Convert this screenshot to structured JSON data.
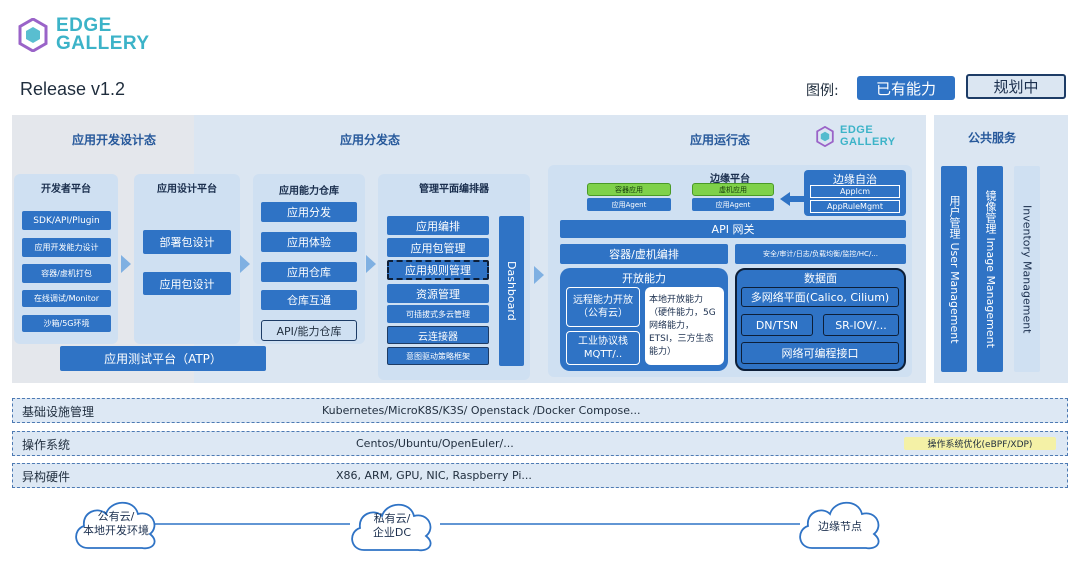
{
  "logo": {
    "line1": "EDGE",
    "line2": "GALLERY"
  },
  "release": "Release v1.2",
  "legend": {
    "label": "图例:",
    "existing": "已有能力",
    "planned": "规划中"
  },
  "stages": {
    "dev": "应用开发设计态",
    "dist": "应用分发态",
    "runtime": "应用运行态",
    "public": "公共服务"
  },
  "developer_platform": {
    "title": "开发者平台",
    "items": [
      "SDK/API/Plugin",
      "应用开发能力设计",
      "容器/虚机打包",
      "在线调试/Monitor",
      "沙箱/5G环境"
    ]
  },
  "design_platform": {
    "title": "应用设计平台",
    "items": [
      "部署包设计",
      "应用包设计"
    ]
  },
  "atp": "应用测试平台（ATP）",
  "capability_repo": {
    "title": "应用能力仓库",
    "items": [
      "应用分发",
      "应用体验",
      "应用仓库",
      "仓库互通",
      "API/能力仓库"
    ]
  },
  "orchestrator": {
    "title": "管理平面编排器",
    "items": [
      "应用编排",
      "应用包管理",
      "应用规则管理",
      "资源管理",
      "可插拔式多云管理",
      "云连接器",
      "意图驱动策略框架"
    ],
    "dashboard": "Dashboard"
  },
  "edge_platform": {
    "title": "边缘平台",
    "container_app": "容器应用",
    "vm_app": "虚机应用",
    "agent": "应用Agent",
    "autonomy": "边缘自治",
    "applcm": "Applcm",
    "apprule": "AppRuleMgmt",
    "api_gateway": "API 网关",
    "vm_orchestration": "容器/虚机编排",
    "security": "安全/审计/日志/负载均衡/监控/HC/...",
    "open_capability": "开放能力",
    "remote_capability": "远程能力开放（公有云）",
    "industrial_protocol": "工业协议栈 MQTT/..",
    "local_capability": "本地开放能力（硬件能力，5G网络能力，ETSI，三方生态能力）",
    "data_plane": "数据面",
    "multi_network": "多网络平面(Calico, Cilium)",
    "dn_tsn": "DN/TSN",
    "sriov": "SR-IOV/...",
    "network_programming": "网络可编程接口"
  },
  "edge_logo": {
    "line1": "EDGE",
    "line2": "GALLERY"
  },
  "public_services": [
    "用户管理 User Management",
    "镜像管理 Image Management",
    "Inventory Management"
  ],
  "layers": [
    {
      "name": "基础设施管理",
      "content": "Kubernetes/MicroK8S/K3S/ Openstack /Docker Compose..."
    },
    {
      "name": "操作系统",
      "content": "Centos/Ubuntu/OpenEuler/...",
      "extra": "操作系统优化(eBPF/XDP)"
    },
    {
      "name": "异构硬件",
      "content": "X86, ARM, GPU, NIC, Raspberry Pi..."
    }
  ],
  "clouds": [
    {
      "line1": "公有云/",
      "line2": "本地开发环境"
    },
    {
      "line1": "私有云/",
      "line2": "企业DC"
    },
    {
      "line1": "边缘节点",
      "line2": ""
    }
  ],
  "colors": {
    "primary": "#2f73c5",
    "panel": "#dbe6f2",
    "card": "#cfe0f2",
    "green": "#7fd14a",
    "accent": "#3cb3c8"
  }
}
